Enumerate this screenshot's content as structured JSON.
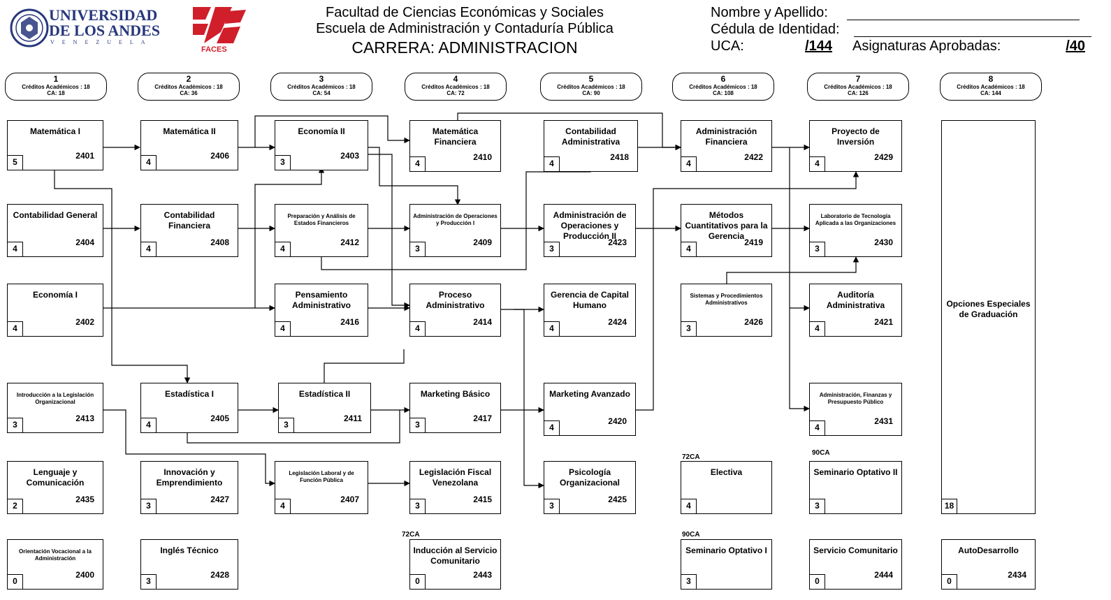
{
  "header": {
    "university_line1": "UNIVERSIDAD",
    "university_line2": "DE LOS ANDES",
    "university_line3": "VENEZUELA",
    "faces_label": "FACES",
    "faculty": "Facultad de Ciencias Económicas y Sociales",
    "school": "Escuela de Administración y Contaduría Pública",
    "career": "CARRERA: ADMINISTRACION",
    "form": {
      "name_label": "Nombre y Apellido:",
      "id_label": "Cédula de Identidad:",
      "uca_label": "UCA:",
      "uca_value": "/144",
      "approved_label": "Asignaturas Aprobadas:",
      "approved_value": "/40"
    }
  },
  "semesters": [
    {
      "num": "1",
      "credits": "Créditos Académicos : 18",
      "ca": "CA: 18"
    },
    {
      "num": "2",
      "credits": "Créditos Académicos : 18",
      "ca": "CA: 36"
    },
    {
      "num": "3",
      "credits": "Créditos Académicos : 18",
      "ca": "CA: 54"
    },
    {
      "num": "4",
      "credits": "Créditos Académicos : 18",
      "ca": "CA: 72"
    },
    {
      "num": "5",
      "credits": "Créditos Académicos : 18",
      "ca": "CA: 90"
    },
    {
      "num": "6",
      "credits": "Créditos Académicos : 18",
      "ca": "CA: 108"
    },
    {
      "num": "7",
      "credits": "Créditos Académicos : 18",
      "ca": "CA: 126"
    },
    {
      "num": "8",
      "credits": "Créditos Académicos : 18",
      "ca": "CA: 144"
    }
  ],
  "courses": {
    "c2401": {
      "name": "Matemática I",
      "code": "2401",
      "credits": "5"
    },
    "c2404": {
      "name": "Contabilidad General",
      "code": "2404",
      "credits": "4"
    },
    "c2402": {
      "name": "Economía I",
      "code": "2402",
      "credits": "4"
    },
    "c2413": {
      "name": "Introducción a la Legislación Organizacional",
      "code": "2413",
      "credits": "3"
    },
    "c2435": {
      "name": "Lenguaje y Comunicación",
      "code": "2435",
      "credits": "2"
    },
    "c2400": {
      "name": "Orientación Vocacional a la Administración",
      "code": "2400",
      "credits": "0"
    },
    "c2406": {
      "name": "Matemática II",
      "code": "2406",
      "credits": "4"
    },
    "c2408": {
      "name": "Contabilidad Financiera",
      "code": "2408",
      "credits": "4"
    },
    "c2405": {
      "name": "Estadística I",
      "code": "2405",
      "credits": "4"
    },
    "c2427": {
      "name": "Innovación y Emprendimiento",
      "code": "2427",
      "credits": "3"
    },
    "c2428": {
      "name": "Inglés Técnico",
      "code": "2428",
      "credits": "3"
    },
    "c2403": {
      "name": "Economía II",
      "code": "2403",
      "credits": "3"
    },
    "c2412": {
      "name": "Preparación y Análisis de Estados Financieros",
      "code": "2412",
      "credits": "4"
    },
    "c2416": {
      "name": "Pensamiento Administrativo",
      "code": "2416",
      "credits": "4"
    },
    "c2411": {
      "name": "Estadística II",
      "code": "2411",
      "credits": "3"
    },
    "c2407": {
      "name": "Legislación Laboral y de Función Pública",
      "code": "2407",
      "credits": "4"
    },
    "c2410": {
      "name": "Matemática Financiera",
      "code": "2410",
      "credits": "4"
    },
    "c2409": {
      "name": "Administración de Operaciones y Producción I",
      "code": "2409",
      "credits": "3"
    },
    "c2414": {
      "name": "Proceso Administrativo",
      "code": "2414",
      "credits": "4"
    },
    "c2417": {
      "name": "Marketing Básico",
      "code": "2417",
      "credits": "3"
    },
    "c2415": {
      "name": "Legislación Fiscal Venezolana",
      "code": "2415",
      "credits": "3"
    },
    "c2443": {
      "name": "Inducción al Servicio Comunitario",
      "code": "2443",
      "credits": "0"
    },
    "c2418": {
      "name": "Contabilidad Administrativa",
      "code": "2418",
      "credits": "4"
    },
    "c2423": {
      "name": "Administración de Operaciones y Producción II",
      "code": "2423",
      "credits": "3"
    },
    "c2424": {
      "name": "Gerencia de Capital Humano",
      "code": "2424",
      "credits": "4"
    },
    "c2420": {
      "name": "Marketing Avanzado",
      "code": "2420",
      "credits": "4"
    },
    "c2425": {
      "name": "Psicología Organizacional",
      "code": "2425",
      "credits": "3"
    },
    "c2422": {
      "name": "Administración Financiera",
      "code": "2422",
      "credits": "4"
    },
    "c2419": {
      "name": "Métodos Cuantitativos para la Gerencia",
      "code": "2419",
      "credits": "4"
    },
    "c2426": {
      "name": "Sistemas y Procedimientos Administrativos",
      "code": "2426",
      "credits": "3"
    },
    "electiva": {
      "name": "Electiva",
      "code": "",
      "credits": "4"
    },
    "sem1": {
      "name": "Seminario Optativo I",
      "code": "",
      "credits": "3"
    },
    "c2429": {
      "name": "Proyecto de Inversión",
      "code": "2429",
      "credits": "4"
    },
    "c2430": {
      "name": "Laboratorio de Tecnología Aplicada a las Organizaciones",
      "code": "2430",
      "credits": "3"
    },
    "c2421": {
      "name": "Auditoría Administrativa",
      "code": "2421",
      "credits": "4"
    },
    "c2431": {
      "name": "Administración, Finanzas y Presupuesto Público",
      "code": "2431",
      "credits": "4"
    },
    "sem2": {
      "name": "Seminario Optativo II",
      "code": "",
      "credits": "3"
    },
    "c2444": {
      "name": "Servicio Comunitario",
      "code": "2444",
      "credits": "0"
    },
    "opciones": {
      "name": "Opciones Especiales de Graduación",
      "code": "",
      "credits": "18"
    },
    "c2434": {
      "name": "AutoDesarrollo",
      "code": "2434",
      "credits": "0"
    }
  },
  "notes": {
    "n_2443": "72CA",
    "n_electiva": "72CA",
    "n_sem1": "90CA",
    "n_sem2": "90CA"
  },
  "colors": {
    "brand_blue": "#27377c",
    "brand_red": "#d01f2a"
  }
}
